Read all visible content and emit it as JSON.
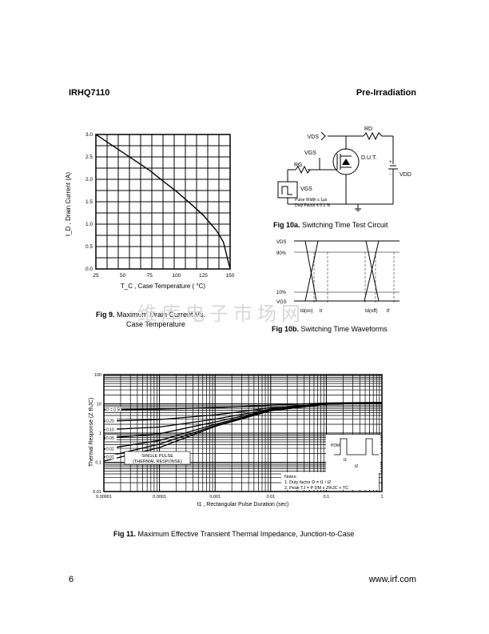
{
  "header": {
    "part": "IRHQ7110",
    "section": "Pre-Irradiation"
  },
  "fig9": {
    "caption_num": "Fig 9.",
    "caption_line1": "Maximum Drain Current Vs.",
    "caption_line2": "Case Temperature",
    "ylabel": "I_D , Drain Current (A)",
    "xlabel": "T_C , Case Temperature ( °C)"
  },
  "fig10a": {
    "caption_num": "Fig 10a.",
    "caption_text": "Switching Time Test Circuit",
    "labels": {
      "vds": "VDS",
      "rd": "RD",
      "vgs_top": "VGS",
      "rg": "RG",
      "dut": "D.U.T.",
      "vdd": "VDD",
      "vgs_src": "VGS",
      "pulse": "Pulse Width ≤ 1µs",
      "duty": "Duty Factor ≤ 0.1 %",
      "plus": "+",
      "minus": "-"
    }
  },
  "fig10b": {
    "caption_num": "Fig 10b.",
    "caption_text": "Switching Time Waveforms",
    "labels": {
      "vds": "VDS",
      "p90": "90%",
      "p10": "10%",
      "vgs": "VGS",
      "tdon": "td(on)",
      "tr": "tr",
      "tdoff": "td(off)",
      "tf": "tf"
    }
  },
  "fig11": {
    "caption_num": "Fig 11.",
    "caption_text": "Maximum Effective Transient Thermal Impedance, Junction-to-Case",
    "ylabel": "Thermal Response (Z thJC)",
    "xlabel": "t1 , Rectangular Pulse Duration (sec)",
    "single_pulse": "SINGLE PULSE",
    "thermal_response": "(THERMAL RESPONSE)",
    "notes_title": "Notes:",
    "note1": "1. Duty factor D = t1 / t2",
    "note2": "2. Peak TJ = P DM x ZthJC + TC",
    "pdm": "PDM",
    "t1": "t1",
    "t2": "t2"
  },
  "watermark": "维库电子市场网",
  "footer": {
    "page": "6",
    "url": "www.irf.com"
  },
  "chart_data": [
    {
      "type": "line",
      "title": "Maximum Drain Current Vs. Case Temperature",
      "xlabel": "T_C , Case Temperature ( °C)",
      "ylabel": "I_D , Drain Current (A)",
      "xlim": [
        25,
        150
      ],
      "ylim": [
        0,
        3.0
      ],
      "x_ticks": [
        25,
        50,
        75,
        100,
        125,
        150
      ],
      "y_ticks": [
        0.0,
        0.5,
        1.0,
        1.5,
        2.0,
        2.5,
        3.0
      ],
      "grid": true,
      "series": [
        {
          "x": [
            25,
            37.5,
            50,
            62.5,
            75,
            87.5,
            100,
            112.5,
            125,
            137.5,
            143.75,
            150
          ],
          "y": [
            3.0,
            2.8,
            2.6,
            2.4,
            2.2,
            1.96,
            1.73,
            1.47,
            1.2,
            0.85,
            0.6,
            0.0
          ]
        }
      ]
    },
    {
      "type": "line",
      "title": "Maximum Effective Transient Thermal Impedance, Junction-to-Case",
      "xlabel": "t1 , Rectangular Pulse Duration (sec)",
      "ylabel": "Thermal Response (Z thJC)",
      "x_scale": "log",
      "y_scale": "log",
      "xlim": [
        1e-05,
        1
      ],
      "ylim": [
        0.01,
        100
      ],
      "x_ticks": [
        1e-05,
        0.0001,
        0.001,
        0.01,
        0.1,
        1
      ],
      "x_tick_labels": [
        "0.00001",
        "0.0001",
        "0.001",
        "0.01",
        "0.1",
        "1"
      ],
      "y_ticks": [
        0.01,
        0.1,
        1,
        10,
        100
      ],
      "y_tick_labels": [
        "0.01",
        "0.1",
        "1",
        "10",
        "100"
      ],
      "grid": true,
      "series": [
        {
          "name": "D = 0.50",
          "x": [
            1e-05,
            0.0001,
            0.001,
            0.01,
            0.1,
            1
          ],
          "y": [
            6.3,
            6.6,
            7.4,
            9.0,
            10.7,
            11.3
          ]
        },
        {
          "name": "0.20",
          "x": [
            1e-05,
            0.0001,
            0.001,
            0.01,
            0.1,
            1
          ],
          "y": [
            2.55,
            2.9,
            4.2,
            7.3,
            10.1,
            11.0
          ]
        },
        {
          "name": "0.10",
          "x": [
            1e-05,
            0.0001,
            0.001,
            0.01,
            0.1,
            1
          ],
          "y": [
            1.3,
            1.6,
            3.0,
            6.6,
            9.9,
            10.9
          ]
        },
        {
          "name": "0.05",
          "x": [
            1e-05,
            0.0001,
            0.001,
            0.01,
            0.1,
            1
          ],
          "y": [
            0.66,
            0.95,
            2.4,
            6.2,
            9.8,
            10.9
          ]
        },
        {
          "name": "0.02",
          "x": [
            1e-05,
            0.0001,
            0.001,
            0.01,
            0.1,
            1
          ],
          "y": [
            0.28,
            0.56,
            2.0,
            6.0,
            9.7,
            10.9
          ]
        },
        {
          "name": "0.01",
          "x": [
            1e-05,
            0.0001,
            0.001,
            0.01,
            0.1,
            1
          ],
          "y": [
            0.15,
            0.42,
            1.8,
            5.9,
            9.7,
            10.9
          ]
        },
        {
          "name": "SINGLE PULSE (THERMAL RESPONSE)",
          "x": [
            1e-05,
            0.0001,
            0.001,
            0.01,
            0.1,
            1
          ],
          "y": [
            0.11,
            0.32,
            1.7,
            5.8,
            9.7,
            10.9
          ]
        }
      ]
    }
  ]
}
